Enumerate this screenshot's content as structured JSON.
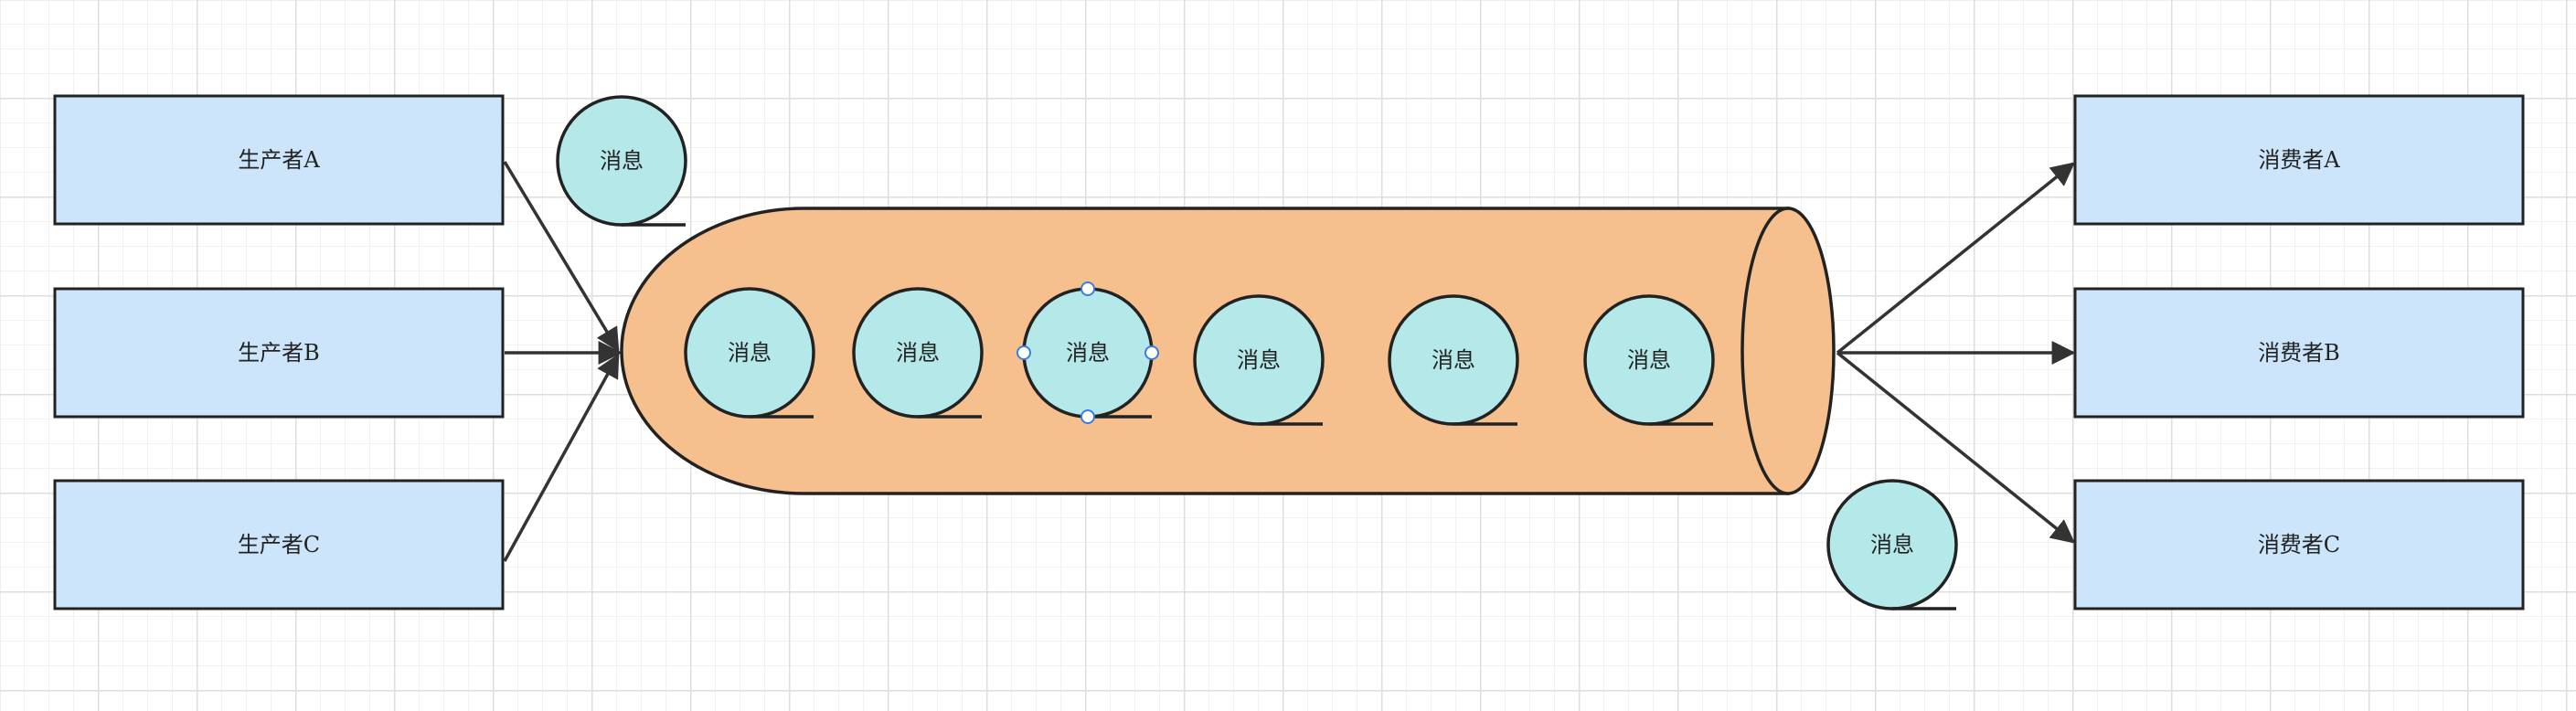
{
  "diagram": {
    "producers": [
      {
        "label": "生产者A"
      },
      {
        "label": "生产者B"
      },
      {
        "label": "生产者C"
      }
    ],
    "consumers": [
      {
        "label": "消费者A"
      },
      {
        "label": "消费者B"
      },
      {
        "label": "消费者C"
      }
    ],
    "message_label": "消息",
    "queue_messages": [
      {
        "label": "消息"
      },
      {
        "label": "消息"
      },
      {
        "label": "消息",
        "selected": true
      },
      {
        "label": "消息"
      },
      {
        "label": "消息"
      },
      {
        "label": "消息"
      }
    ],
    "incoming_message": {
      "label": "消息"
    },
    "outgoing_message": {
      "label": "消息"
    },
    "colors": {
      "node_fill": "#cce5fb",
      "queue_fill": "#f5c08e",
      "message_fill": "#b5e8e8",
      "stroke": "#222222",
      "selection_handle": "#3b7ddd"
    }
  }
}
